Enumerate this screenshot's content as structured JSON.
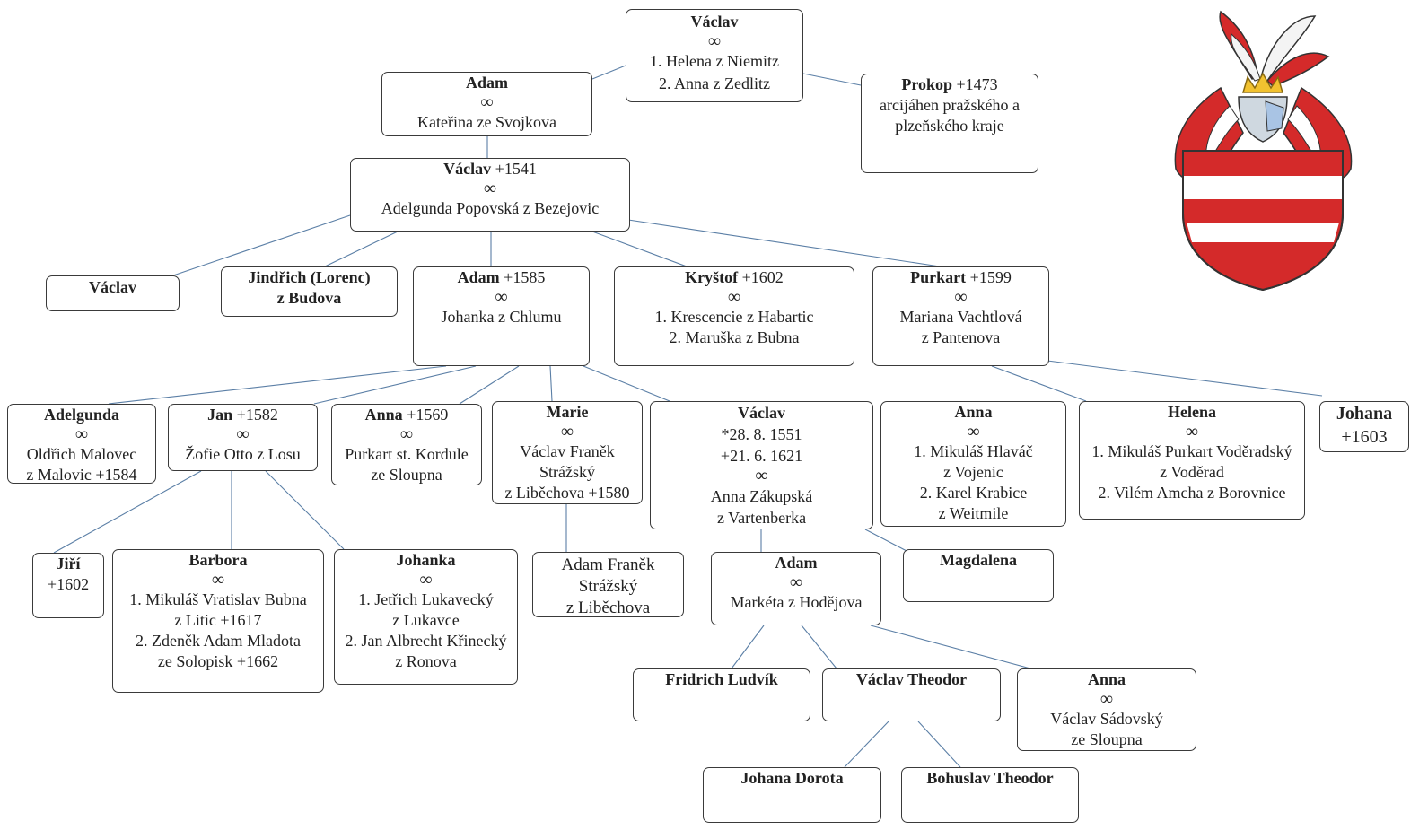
{
  "marriage_symbol": "∞",
  "nodes": {
    "v0": {
      "name": "Václav",
      "lines": [
        "1. Helena z Niemitz",
        "2. Anna z Zedlitz"
      ]
    },
    "adam1": {
      "name": "Adam",
      "lines": [
        "Kateřina ze Svojkova"
      ]
    },
    "prokop": {
      "name": "Prokop",
      "suffix": " +1473",
      "lines": [
        "arcijáhen pražského a",
        "plzeňského kraje"
      ]
    },
    "v1541": {
      "name": "Václav",
      "suffix": " +1541",
      "lines": [
        "Adelgunda Popovská z Bezejovic"
      ]
    },
    "v_s": {
      "name": "Václav"
    },
    "jind": {
      "name": "Jindřich (Lorenc)",
      "name2": "z Budova"
    },
    "adam1585": {
      "name": "Adam",
      "suffix": " +1585",
      "lines": [
        "Johanka z Chlumu"
      ]
    },
    "kryst": {
      "name": "Kryštof",
      "suffix": " +1602",
      "lines": [
        "1. Krescencie z Habartic",
        "2. Maruška z Bubna"
      ]
    },
    "purk": {
      "name": "Purkart",
      "suffix": " +1599",
      "lines": [
        "Mariana Vachtlová",
        "z Pantenova"
      ]
    },
    "adelg": {
      "name": "Adelgunda",
      "lines": [
        "Oldřich Malovec",
        "z Malovic +1584"
      ]
    },
    "jan": {
      "name": "Jan",
      "suffix": " +1582",
      "lines": [
        "Žofie Otto z Losu"
      ]
    },
    "anna1569": {
      "name": "Anna",
      "suffix": " +1569",
      "lines": [
        "Purkart st. Kordule",
        "ze Sloupna"
      ]
    },
    "marie": {
      "name": "Marie",
      "lines": [
        "Václav Franěk",
        "Strážský",
        "z Liběchova +1580"
      ]
    },
    "v1551": {
      "name": "Václav",
      "plain": [
        "*28. 8. 1551",
        "+21. 6. 1621"
      ],
      "lines": [
        "Anna Zákupská",
        "z Vartenberka"
      ]
    },
    "anna2": {
      "name": "Anna",
      "lines": [
        "1. Mikuláš Hlaváč",
        "z Vojenic",
        "2. Karel Krabice",
        "z Weitmile"
      ]
    },
    "helena": {
      "name": "Helena",
      "lines": [
        "1. Mikuláš Purkart Voděradský",
        "z Voděrad",
        "2. Vilém Amcha z Borovnice"
      ]
    },
    "johana": {
      "name": "Johana",
      "plain": [
        "+1603"
      ]
    },
    "jiri": {
      "name": "Jiří",
      "plain": [
        "+1602"
      ]
    },
    "barb": {
      "name": "Barbora",
      "lines": [
        "1. Mikuláš Vratislav Bubna",
        "z Litic +1617",
        "2. Zdeněk Adam Mladota",
        "ze Solopisk +1662"
      ]
    },
    "johanka": {
      "name": "Johanka",
      "lines": [
        "1. Jetřich Lukavecký",
        "z Lukavce",
        "2. Jan Albrecht Křinecký",
        "z Ronova"
      ]
    },
    "adamfr": {
      "plain": [
        "Adam Franěk",
        "Strážský",
        "z Liběchova"
      ]
    },
    "adam3": {
      "name": "Adam",
      "lines": [
        "Markéta z Hodějova"
      ]
    },
    "magd": {
      "name": "Magdalena"
    },
    "fridr": {
      "name": "Fridrich Ludvík"
    },
    "vtheo": {
      "name": "Václav Theodor"
    },
    "anna3": {
      "name": "Anna",
      "lines": [
        "Václav Sádovský",
        "ze Sloupna"
      ]
    },
    "johd": {
      "name": "Johana Dorota"
    },
    "bohus": {
      "name": "Bohuslav Theodor"
    }
  }
}
